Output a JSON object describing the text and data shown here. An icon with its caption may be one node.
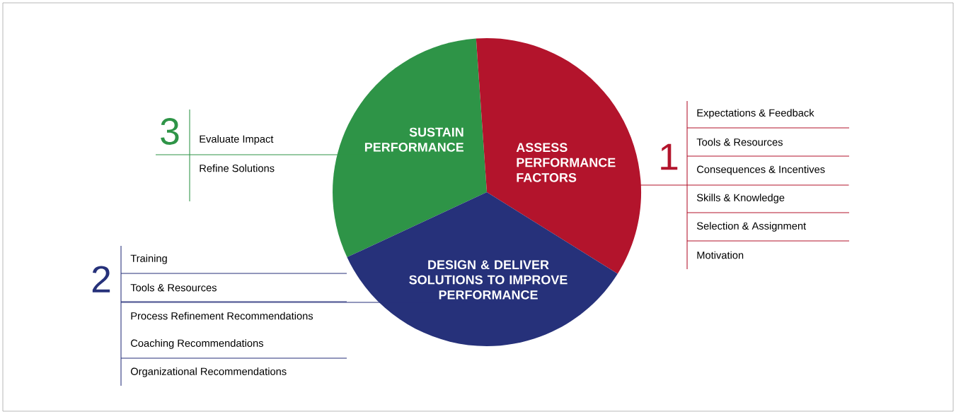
{
  "diagram": {
    "nodes": [
      {
        "text": [
          "SUSTAIN PERFORMANCE"
        ]
      },
      {
        "text": [
          "ASSESS PERFORMANCE FACTORS"
        ]
      },
      {
        "text": [
          "DESIGN & DELIVER SOLUTIONS TO IMPROVE PERFORMANCE"
        ]
      },
      {
        "text": [
          "3",
          "Evaluate Impact",
          "Refine Solutions"
        ]
      },
      {
        "text": [
          "1",
          "Expectations & Feedback",
          "Tools & Resources",
          "Consequences & Incentives",
          "Skills & Knowledge",
          "Selection & Assignment",
          "Motivation"
        ]
      },
      {
        "text": [
          "2",
          "Training",
          "Tools & Resources",
          "Process Refinement Recommendations",
          "Coaching Recommendations",
          "Organizational Recommendations"
        ]
      }
    ],
    "edges": [
      {
        "from": 0,
        "to": 3,
        "arrow": "none",
        "color": "#2e9447"
      },
      {
        "from": 1,
        "to": 4,
        "arrow": "none",
        "color": "#b3142c"
      },
      {
        "from": 2,
        "to": 5,
        "arrow": "none",
        "color": "#26317a"
      }
    ]
  }
}
